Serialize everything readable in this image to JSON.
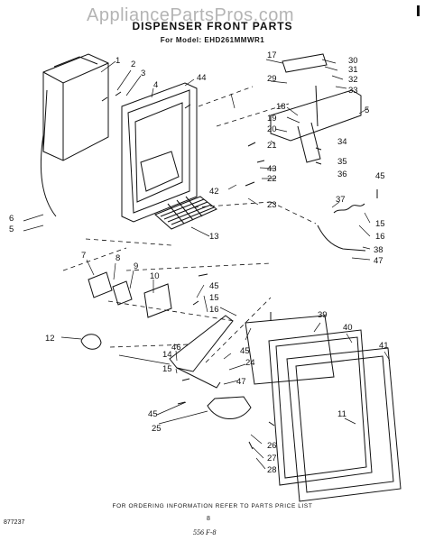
{
  "watermark": "AppliancePartsPros.com",
  "header": {
    "title": "DISPENSER FRONT PARTS",
    "model_line": "For Model: EHD261MMWR1"
  },
  "callouts": [
    "1",
    "2",
    "3",
    "4",
    "44",
    "17",
    "29",
    "30",
    "31",
    "32",
    "33",
    "5",
    "18",
    "19",
    "20",
    "21",
    "34",
    "35",
    "36",
    "43",
    "22",
    "42",
    "23",
    "37",
    "45",
    "15",
    "16",
    "6",
    "5",
    "13",
    "38",
    "47",
    "7",
    "8",
    "9",
    "10",
    "45",
    "15",
    "16",
    "39",
    "40",
    "41",
    "12",
    "14",
    "46",
    "45",
    "24",
    "47",
    "15",
    "45",
    "25",
    "11",
    "26",
    "27",
    "28"
  ],
  "footer": {
    "ordering_note": "FOR ORDERING INFORMATION REFER TO PARTS PRICE LIST",
    "doc_code": "877237",
    "page_number": "8",
    "handwritten": "556 F-8"
  }
}
